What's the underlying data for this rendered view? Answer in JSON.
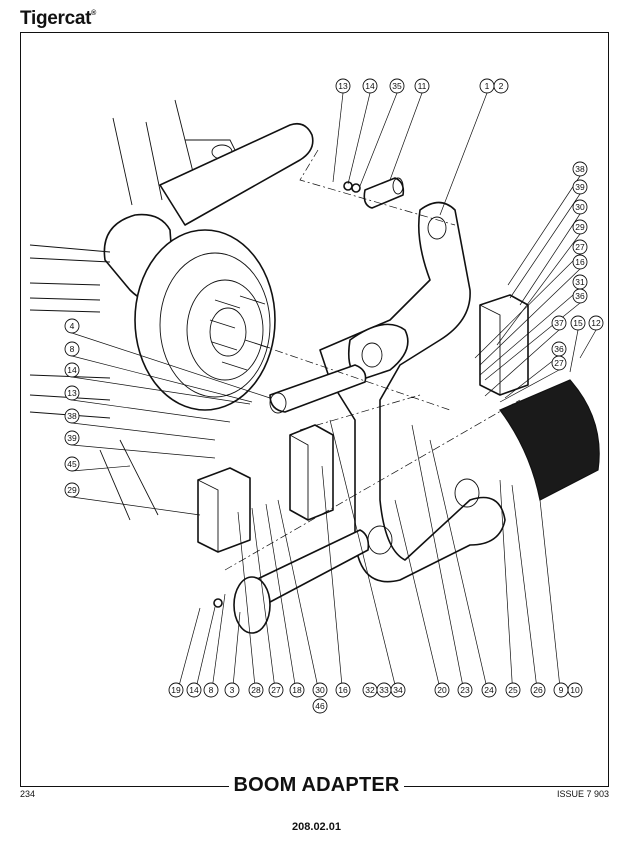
{
  "header": {
    "brand": "Tigercat",
    "registered_mark": "®"
  },
  "footer": {
    "title": "BOOM ADAPTER",
    "page_number": "234",
    "issue": "ISSUE 7 903",
    "document_code": "208.02.01"
  },
  "callouts": {
    "top": [
      "13",
      "14",
      "35",
      "11",
      "1",
      "2"
    ],
    "right_column": [
      "38",
      "39",
      "30",
      "29",
      "27",
      "16",
      "31",
      "36"
    ],
    "right_lower": [
      "37",
      "15",
      "12",
      "36",
      "27"
    ],
    "left_column": [
      "4",
      "8",
      "14",
      "13",
      "38",
      "39",
      "45",
      "29"
    ],
    "bottom_row": [
      "19",
      "14",
      "8",
      "3",
      "28",
      "27",
      "18",
      "30",
      "46",
      "16",
      "32",
      "33",
      "34",
      "20",
      "23",
      "24",
      "25",
      "26",
      "9",
      "10"
    ]
  },
  "colors": {
    "ink": "#111111",
    "paper": "#ffffff"
  }
}
